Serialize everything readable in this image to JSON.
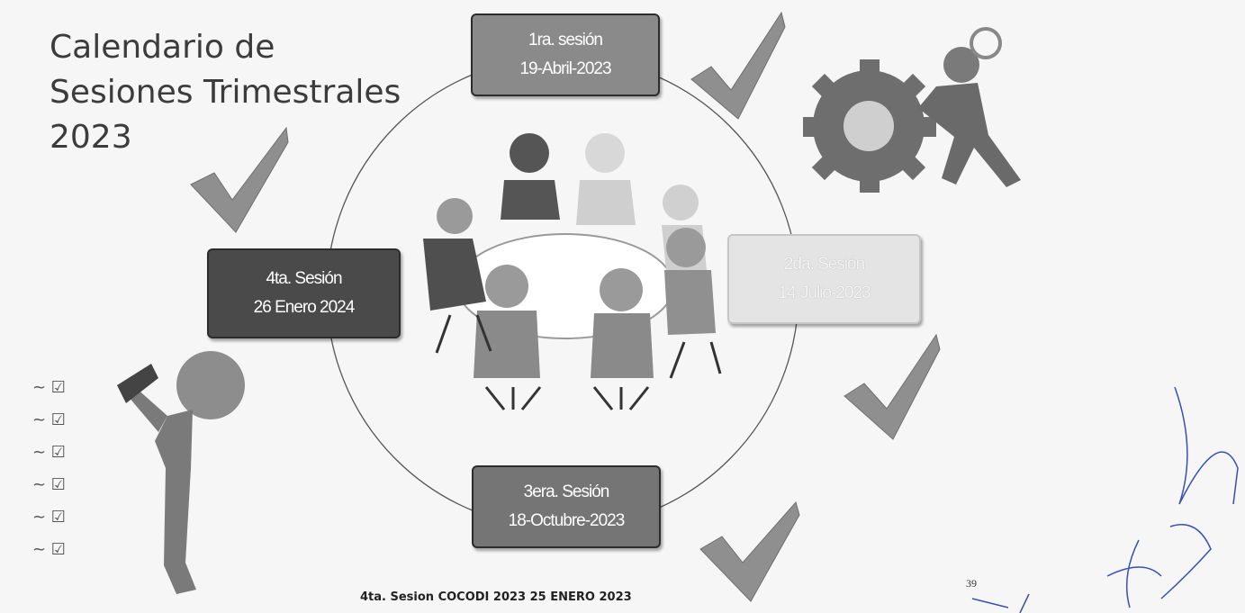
{
  "title": {
    "line1": "Calendario de",
    "line2": "Sesiones Trimestrales",
    "line3": "2023"
  },
  "sessions": [
    {
      "name": "1ra. sesión",
      "date": "19-Abril-2023"
    },
    {
      "name": "2da. Sesión",
      "date": "14-Julio-2023"
    },
    {
      "name": "3era. Sesión",
      "date": "18-Octubre-2023"
    },
    {
      "name": "4ta. Sesión",
      "date": "26 Enero 2024"
    }
  ],
  "footer": "4ta. Sesion COCODI 2023 25 ENERO 2023",
  "page_number": "39",
  "icons": [
    "checkmark-icon",
    "gear-icon",
    "meeting-table-icon",
    "person-checklist-icon",
    "signature"
  ]
}
